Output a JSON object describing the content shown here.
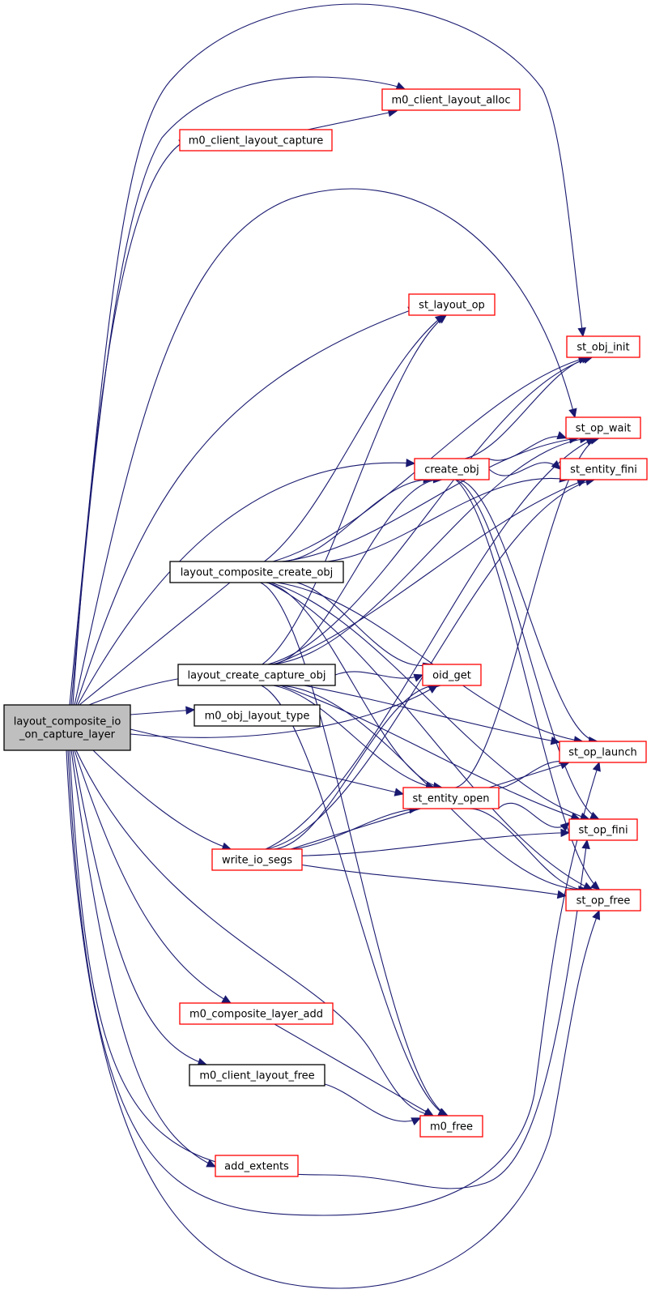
{
  "diagram": {
    "type": "call-graph",
    "colors": {
      "edge": "#191970",
      "documented_border": "#ff0000",
      "undocumented_border": "#000000",
      "root_fill": "#bfbfbf"
    },
    "nodes": [
      {
        "id": "root",
        "label_lines": [
          "layout_composite_io",
          "_on_capture_layer"
        ],
        "style": "root"
      },
      {
        "id": "m0_client_layout_alloc",
        "label_lines": [
          "m0_client_layout_alloc"
        ],
        "style": "red"
      },
      {
        "id": "m0_client_layout_capture",
        "label_lines": [
          "m0_client_layout_capture"
        ],
        "style": "red"
      },
      {
        "id": "st_layout_op",
        "label_lines": [
          "st_layout_op"
        ],
        "style": "red"
      },
      {
        "id": "st_obj_init",
        "label_lines": [
          "st_obj_init"
        ],
        "style": "red"
      },
      {
        "id": "st_op_wait",
        "label_lines": [
          "st_op_wait"
        ],
        "style": "red"
      },
      {
        "id": "create_obj",
        "label_lines": [
          "create_obj"
        ],
        "style": "red"
      },
      {
        "id": "st_entity_fini",
        "label_lines": [
          "st_entity_fini"
        ],
        "style": "red"
      },
      {
        "id": "layout_composite_create_obj",
        "label_lines": [
          "layout_composite_create_obj"
        ],
        "style": "black"
      },
      {
        "id": "layout_create_capture_obj",
        "label_lines": [
          "layout_create_capture_obj"
        ],
        "style": "black"
      },
      {
        "id": "oid_get",
        "label_lines": [
          "oid_get"
        ],
        "style": "red"
      },
      {
        "id": "m0_obj_layout_type",
        "label_lines": [
          "m0_obj_layout_type"
        ],
        "style": "black"
      },
      {
        "id": "st_op_launch",
        "label_lines": [
          "st_op_launch"
        ],
        "style": "red"
      },
      {
        "id": "st_entity_open",
        "label_lines": [
          "st_entity_open"
        ],
        "style": "red"
      },
      {
        "id": "st_op_fini",
        "label_lines": [
          "st_op_fini"
        ],
        "style": "red"
      },
      {
        "id": "write_io_segs",
        "label_lines": [
          "write_io_segs"
        ],
        "style": "red"
      },
      {
        "id": "st_op_free",
        "label_lines": [
          "st_op_free"
        ],
        "style": "red"
      },
      {
        "id": "m0_composite_layer_add",
        "label_lines": [
          "m0_composite_layer_add"
        ],
        "style": "red"
      },
      {
        "id": "m0_client_layout_free",
        "label_lines": [
          "m0_client_layout_free"
        ],
        "style": "black"
      },
      {
        "id": "m0_free",
        "label_lines": [
          "m0_free"
        ],
        "style": "red"
      },
      {
        "id": "add_extents",
        "label_lines": [
          "add_extents"
        ],
        "style": "red"
      }
    ],
    "edges": [
      [
        "root",
        "m0_client_layout_alloc"
      ],
      [
        "root",
        "m0_client_layout_capture"
      ],
      [
        "m0_client_layout_capture",
        "m0_client_layout_alloc"
      ],
      [
        "root",
        "st_obj_init"
      ],
      [
        "root",
        "st_op_wait"
      ],
      [
        "root",
        "st_layout_op"
      ],
      [
        "root",
        "create_obj"
      ],
      [
        "root",
        "layout_composite_create_obj"
      ],
      [
        "root",
        "layout_create_capture_obj"
      ],
      [
        "root",
        "m0_obj_layout_type"
      ],
      [
        "root",
        "oid_get"
      ],
      [
        "root",
        "st_entity_open"
      ],
      [
        "root",
        "write_io_segs"
      ],
      [
        "root",
        "m0_composite_layer_add"
      ],
      [
        "root",
        "m0_client_layout_free"
      ],
      [
        "root",
        "add_extents"
      ],
      [
        "root",
        "m0_free"
      ],
      [
        "root",
        "st_op_fini"
      ],
      [
        "root",
        "st_op_free"
      ],
      [
        "root",
        "st_op_launch"
      ],
      [
        "layout_composite_create_obj",
        "st_layout_op"
      ],
      [
        "layout_composite_create_obj",
        "st_obj_init"
      ],
      [
        "layout_composite_create_obj",
        "st_op_wait"
      ],
      [
        "layout_composite_create_obj",
        "create_obj"
      ],
      [
        "layout_composite_create_obj",
        "st_entity_fini"
      ],
      [
        "layout_composite_create_obj",
        "oid_get"
      ],
      [
        "layout_composite_create_obj",
        "st_entity_open"
      ],
      [
        "layout_composite_create_obj",
        "st_op_launch"
      ],
      [
        "layout_composite_create_obj",
        "st_op_fini"
      ],
      [
        "layout_composite_create_obj",
        "st_op_free"
      ],
      [
        "layout_composite_create_obj",
        "m0_free"
      ],
      [
        "layout_create_capture_obj",
        "st_layout_op"
      ],
      [
        "layout_create_capture_obj",
        "st_obj_init"
      ],
      [
        "layout_create_capture_obj",
        "st_op_wait"
      ],
      [
        "layout_create_capture_obj",
        "create_obj"
      ],
      [
        "layout_create_capture_obj",
        "st_entity_fini"
      ],
      [
        "layout_create_capture_obj",
        "oid_get"
      ],
      [
        "layout_create_capture_obj",
        "st_entity_open"
      ],
      [
        "layout_create_capture_obj",
        "st_op_launch"
      ],
      [
        "layout_create_capture_obj",
        "st_op_fini"
      ],
      [
        "layout_create_capture_obj",
        "st_op_free"
      ],
      [
        "layout_create_capture_obj",
        "m0_free"
      ],
      [
        "create_obj",
        "st_obj_init"
      ],
      [
        "create_obj",
        "st_op_wait"
      ],
      [
        "create_obj",
        "st_entity_fini"
      ],
      [
        "create_obj",
        "st_op_launch"
      ],
      [
        "create_obj",
        "st_op_fini"
      ],
      [
        "create_obj",
        "st_op_free"
      ],
      [
        "st_entity_open",
        "st_op_launch"
      ],
      [
        "st_entity_open",
        "st_op_wait"
      ],
      [
        "st_entity_open",
        "st_op_fini"
      ],
      [
        "st_entity_open",
        "st_op_free"
      ],
      [
        "write_io_segs",
        "st_entity_open"
      ],
      [
        "write_io_segs",
        "st_entity_fini"
      ],
      [
        "write_io_segs",
        "oid_get"
      ],
      [
        "write_io_segs",
        "st_op_launch"
      ],
      [
        "write_io_segs",
        "st_op_wait"
      ],
      [
        "write_io_segs",
        "st_op_fini"
      ],
      [
        "write_io_segs",
        "st_op_free"
      ],
      [
        "m0_composite_layer_add",
        "m0_free"
      ],
      [
        "m0_client_layout_free",
        "m0_free"
      ]
    ]
  }
}
